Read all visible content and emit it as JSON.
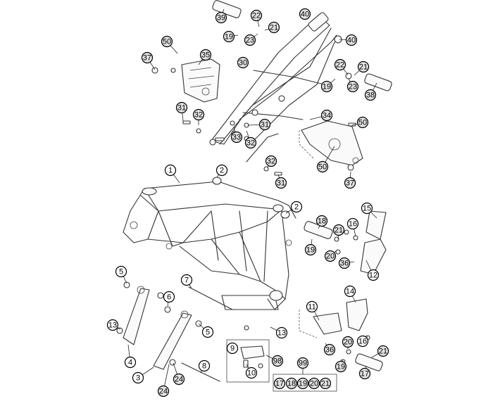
{
  "callouts": [
    {
      "id": "c39",
      "label": "39",
      "filled": true
    },
    {
      "id": "c22a",
      "label": "22",
      "filled": true
    },
    {
      "id": "c40a",
      "label": "40",
      "filled": true
    },
    {
      "id": "c19a",
      "label": "19",
      "filled": true
    },
    {
      "id": "c23a",
      "label": "23",
      "filled": true
    },
    {
      "id": "c21a",
      "label": "21",
      "filled": true
    },
    {
      "id": "c50a",
      "label": "50",
      "filled": true
    },
    {
      "id": "c35",
      "label": "35",
      "filled": true
    },
    {
      "id": "c40b",
      "label": "40",
      "filled": true
    },
    {
      "id": "c37a",
      "label": "37",
      "filled": true
    },
    {
      "id": "c30",
      "label": "30",
      "filled": true
    },
    {
      "id": "c22b",
      "label": "22",
      "filled": true
    },
    {
      "id": "c21b",
      "label": "21",
      "filled": true
    },
    {
      "id": "c19b",
      "label": "19",
      "filled": true
    },
    {
      "id": "c23b",
      "label": "23",
      "filled": true
    },
    {
      "id": "c38",
      "label": "38",
      "filled": true
    },
    {
      "id": "c31a",
      "label": "31",
      "filled": true
    },
    {
      "id": "c32a",
      "label": "32",
      "filled": true
    },
    {
      "id": "c34",
      "label": "34",
      "filled": true
    },
    {
      "id": "c50b",
      "label": "50",
      "filled": true
    },
    {
      "id": "c31b",
      "label": "31",
      "filled": true
    },
    {
      "id": "c33",
      "label": "33",
      "filled": true
    },
    {
      "id": "c32b",
      "label": "32",
      "filled": true
    },
    {
      "id": "c50c",
      "label": "50",
      "filled": true
    },
    {
      "id": "c32c",
      "label": "32",
      "filled": true
    },
    {
      "id": "c37b",
      "label": "37",
      "filled": true
    },
    {
      "id": "c31c",
      "label": "31",
      "filled": true
    },
    {
      "id": "c1",
      "label": "1",
      "filled": false
    },
    {
      "id": "c2a",
      "label": "2",
      "filled": false
    },
    {
      "id": "c2b",
      "label": "2",
      "filled": false
    },
    {
      "id": "c15",
      "label": "15",
      "filled": false
    },
    {
      "id": "c18a",
      "label": "18",
      "filled": true
    },
    {
      "id": "c21c",
      "label": "21",
      "filled": true
    },
    {
      "id": "c16a",
      "label": "16",
      "filled": false
    },
    {
      "id": "c19c",
      "label": "19",
      "filled": true
    },
    {
      "id": "c20a",
      "label": "20",
      "filled": true
    },
    {
      "id": "c36a",
      "label": "36",
      "filled": true
    },
    {
      "id": "c12",
      "label": "12",
      "filled": false
    },
    {
      "id": "c5a",
      "label": "5",
      "filled": false
    },
    {
      "id": "c7",
      "label": "7",
      "filled": false
    },
    {
      "id": "c6",
      "label": "6",
      "filled": false
    },
    {
      "id": "c14",
      "label": "14",
      "filled": false
    },
    {
      "id": "c11",
      "label": "11",
      "filled": false
    },
    {
      "id": "c13a",
      "label": "13",
      "filled": false
    },
    {
      "id": "c5b",
      "label": "5",
      "filled": false
    },
    {
      "id": "c13b",
      "label": "13",
      "filled": false
    },
    {
      "id": "c20b",
      "label": "20",
      "filled": true
    },
    {
      "id": "c16b",
      "label": "16",
      "filled": false
    },
    {
      "id": "c9",
      "label": "9",
      "filled": false
    },
    {
      "id": "c36b",
      "label": "36",
      "filled": true
    },
    {
      "id": "c21d",
      "label": "21",
      "filled": true
    },
    {
      "id": "c4",
      "label": "4",
      "filled": false
    },
    {
      "id": "c98",
      "label": "98",
      "filled": true
    },
    {
      "id": "c99",
      "label": "99",
      "filled": true
    },
    {
      "id": "c8",
      "label": "8",
      "filled": false
    },
    {
      "id": "c10",
      "label": "10",
      "filled": false
    },
    {
      "id": "c19d",
      "label": "19",
      "filled": true
    },
    {
      "id": "c17a",
      "label": "17",
      "filled": true
    },
    {
      "id": "c3",
      "label": "3",
      "filled": false
    },
    {
      "id": "c24a",
      "label": "24",
      "filled": true
    },
    {
      "id": "c24b",
      "label": "24",
      "filled": true
    },
    {
      "id": "c17b",
      "label": "17",
      "filled": true
    },
    {
      "id": "c18b",
      "label": "18",
      "filled": true
    },
    {
      "id": "c19e",
      "label": "19",
      "filled": true
    },
    {
      "id": "c20c",
      "label": "20",
      "filled": true
    },
    {
      "id": "c21e",
      "label": "21",
      "filled": true
    }
  ]
}
